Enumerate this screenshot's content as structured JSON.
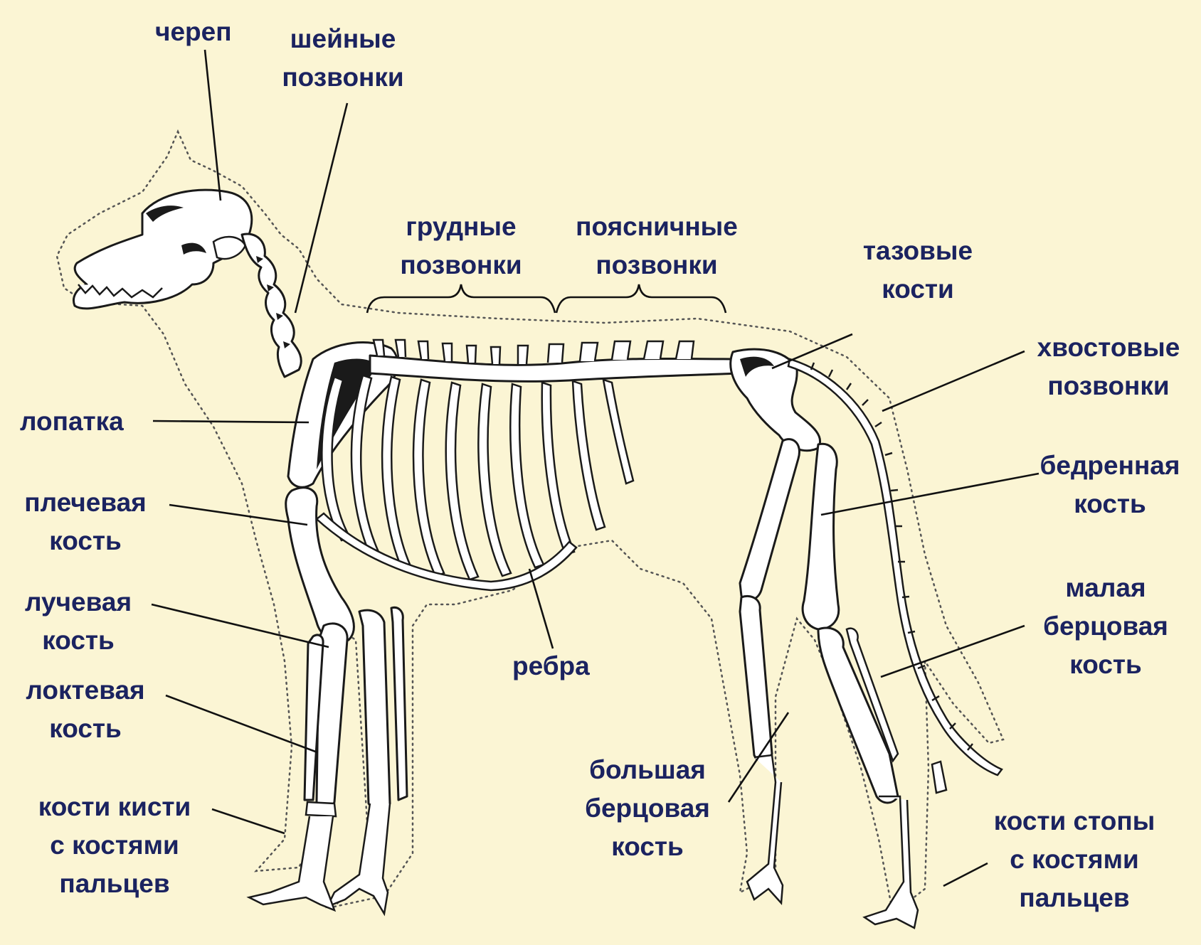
{
  "labels": {
    "skull": "череп",
    "cervical": [
      "шейные",
      "позвонки"
    ],
    "thoracic": [
      "грудные",
      "позвонки"
    ],
    "lumbar": [
      "поясничные",
      "позвонки"
    ],
    "pelvic": [
      "тазовые",
      "кости"
    ],
    "caudal": [
      "хвостовые",
      "позвонки"
    ],
    "scapula": "лопатка",
    "humerus": [
      "плечевая",
      "кость"
    ],
    "radius": [
      "лучевая",
      "кость"
    ],
    "ulna": [
      "локтевая",
      "кость"
    ],
    "hand": [
      "кости кисти",
      "с костями",
      "пальцев"
    ],
    "ribs": "ребра",
    "femur": [
      "бедренная",
      "кость"
    ],
    "fibula": [
      "малая",
      "берцовая",
      "кость"
    ],
    "tibia": [
      "большая",
      "берцовая",
      "кость"
    ],
    "foot": [
      "кости стопы",
      "с костями",
      "пальцев"
    ]
  },
  "colors": {
    "background": "#fbf5d4",
    "label_text": "#1b2360",
    "bone_fill": "#ffffff",
    "ink": "#1a1a1a"
  }
}
